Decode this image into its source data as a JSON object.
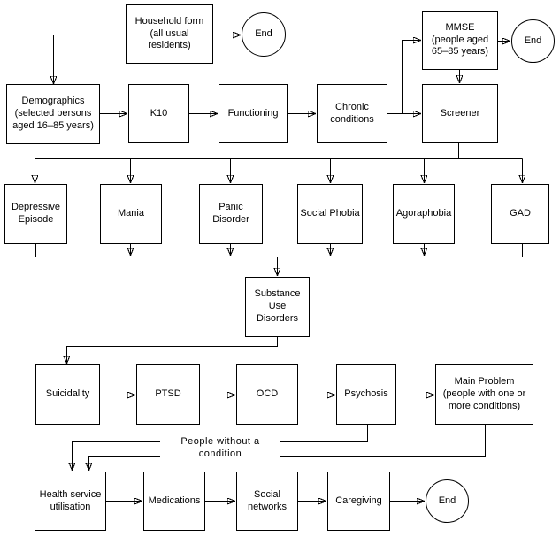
{
  "diagram": {
    "nodes": {
      "household_form": "Household form\n(all usual residents)",
      "end_top_left": "End",
      "mmse": "MMSE\n(people aged\n65–85 years)",
      "end_top_right": "End",
      "demographics": "Demographics\n(selected persons\naged 16–85 years)",
      "k10": "K10",
      "functioning": "Functioning",
      "chronic_conditions": "Chronic\nconditions",
      "screener": "Screener",
      "depressive_episode": "Depressive\nEpisode",
      "mania": "Mania",
      "panic_disorder": "Panic\nDisorder",
      "social_phobia": "Social Phobia",
      "agoraphobia": "Agoraphobia",
      "gad": "GAD",
      "substance_use_disorders": "Substance\nUse\nDisorders",
      "suicidality": "Suicidality",
      "ptsd": "PTSD",
      "ocd": "OCD",
      "psychosis": "Psychosis",
      "main_problem": "Main Problem\n(people with one or\nmore conditions)",
      "health_service_utilisation": "Health service\nutilisation",
      "medications": "Medications",
      "social_networks": "Social\nnetworks",
      "caregiving": "Caregiving",
      "end_bottom": "End"
    },
    "edge_label": "People without a condition",
    "colors": {
      "line": "#000000",
      "background": "#ffffff",
      "box_fill": "#ffffff",
      "text": "#000000"
    }
  }
}
